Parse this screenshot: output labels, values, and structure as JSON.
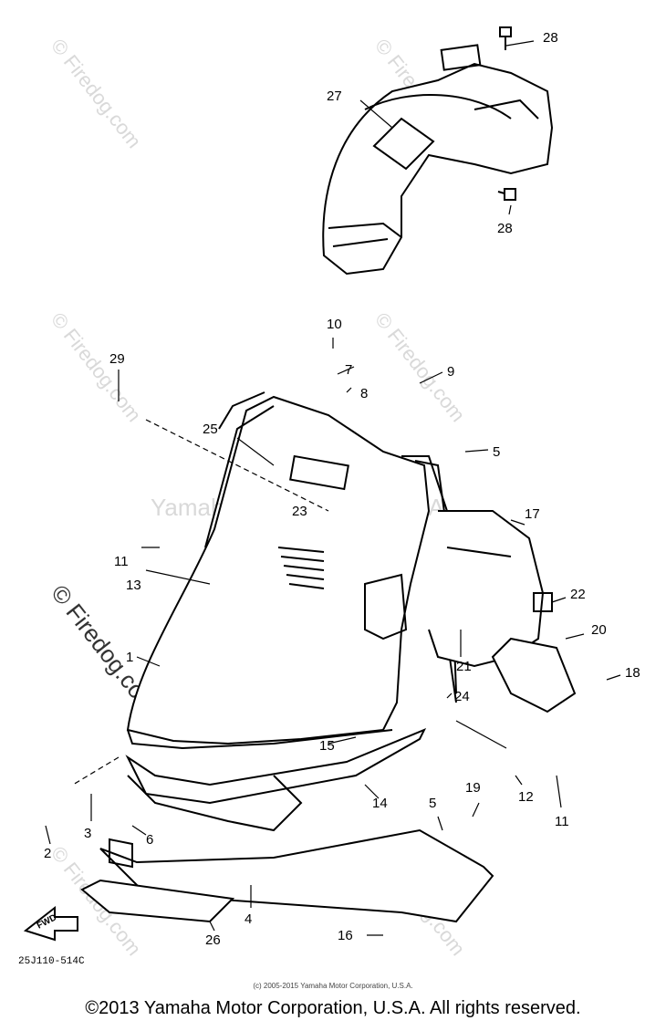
{
  "watermark": {
    "center_text": "Yamaha Motor Corp., U.S.A.",
    "diagonal_text": "© Firedog.com"
  },
  "callouts": [
    "28",
    "27",
    "28",
    "10",
    "7",
    "9",
    "8",
    "29",
    "25",
    "5",
    "23",
    "17",
    "11",
    "13",
    "22",
    "20",
    "1",
    "21",
    "18",
    "24",
    "15",
    "12",
    "11",
    "14",
    "19",
    "3",
    "5",
    "2",
    "6",
    "4",
    "26",
    "16"
  ],
  "fwd_label": "FWD",
  "diagram_code": "25J110-514C",
  "footer": {
    "small_copyright": "(c) 2005-2015 Yamaha Motor Corporation, U.S.A.",
    "main_copyright": "©2013 Yamaha Motor Corporation, U.S.A. All rights reserved."
  }
}
